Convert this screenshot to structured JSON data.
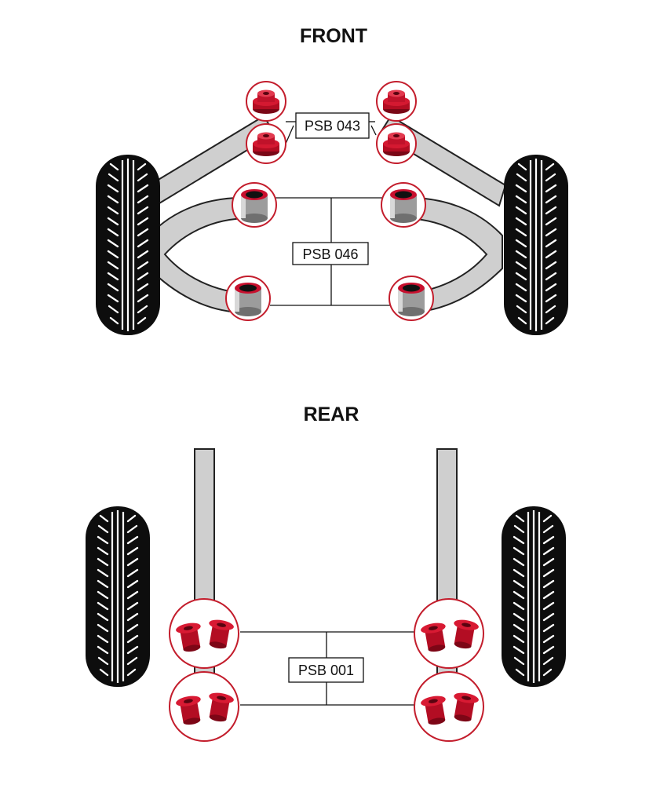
{
  "sections": {
    "front_title": "FRONT",
    "rear_title": "REAR"
  },
  "labels": {
    "upper_arm_bushes": "PSB 043",
    "lower_arm_bushes": "PSB 046",
    "rear_bushes": "PSB 001"
  },
  "colors": {
    "bush_red": "#c8102e",
    "ring_red": "#c31d2c",
    "metal_grey": "#cfcfcf",
    "tyre_black": "#0d0d0d"
  },
  "icons": {
    "tyre": "tyre-icon",
    "poly_bush_flanged": "flanged-bush-icon",
    "metal_sleeved_bush": "sleeved-bush-icon",
    "top_hat_bush_pair": "top-hat-bush-icon"
  }
}
